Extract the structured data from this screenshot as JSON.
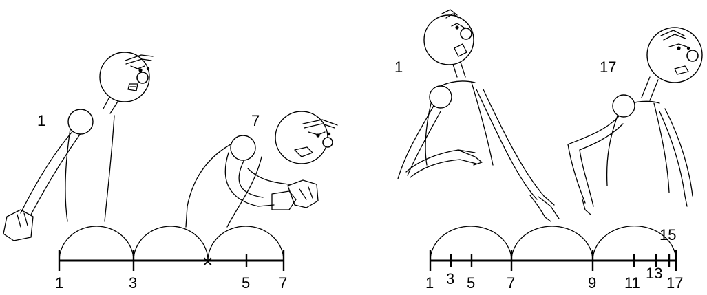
{
  "left_panel": {
    "pose_labels": {
      "first": "1",
      "second": "7"
    },
    "timeline": {
      "labels": [
        "1",
        "3",
        "5",
        "7"
      ],
      "marker": "×"
    }
  },
  "right_panel": {
    "pose_labels": {
      "first": "1",
      "second": "17"
    },
    "timeline": {
      "labels": [
        "1",
        "3",
        "5",
        "7",
        "9",
        "11",
        "13",
        "15",
        "17"
      ]
    }
  }
}
